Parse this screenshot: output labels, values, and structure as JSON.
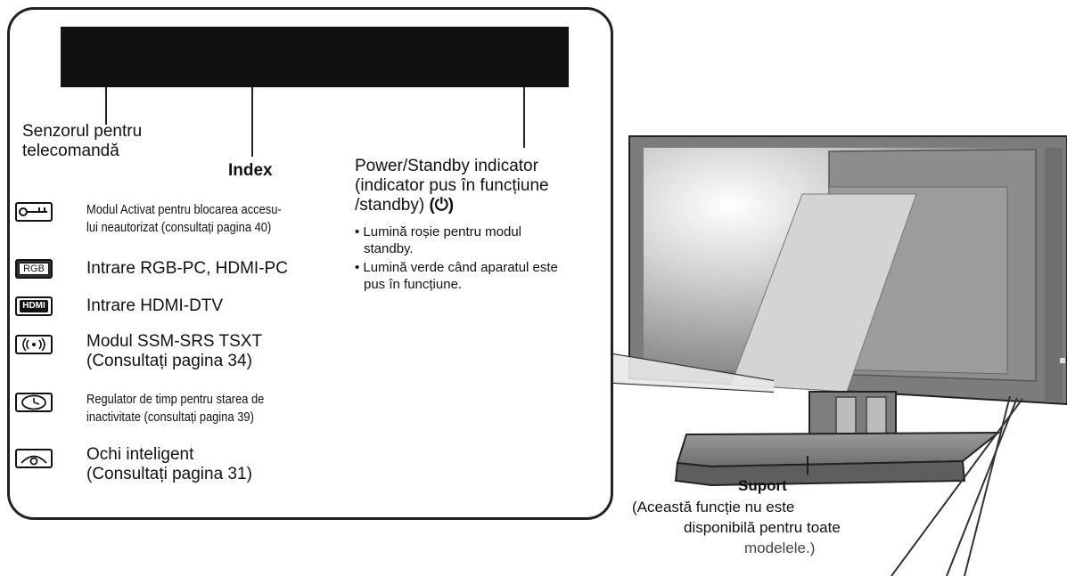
{
  "top_labels": {
    "remote_sensor": [
      "Senzorul pentru",
      "telecomandă"
    ],
    "index": "Index",
    "power_indicator": [
      "Power/Standby indicator",
      "(indicator pus în funcțiune",
      "/standby)"
    ],
    "power_symbol": "(⏻)"
  },
  "power_bullets": [
    [
      "• Lumină roșie pentru modul",
      "standby."
    ],
    [
      "• Lumină verde când aparatul este",
      "pus în funcțiune."
    ]
  ],
  "index_items": [
    {
      "icon": "key-icon",
      "lines": [
        "Modul Activat pentru blocarea accesu-",
        "lui neautorizat (consultați pagina 40)"
      ]
    },
    {
      "icon": "rgb-icon",
      "icon_text": "RGB",
      "lines": [
        "Intrare RGB-PC, HDMI-PC"
      ]
    },
    {
      "icon": "hdmi-icon",
      "icon_text": "HDMI",
      "lines": [
        "Intrare HDMI-DTV"
      ]
    },
    {
      "icon": "ssm-srs-icon",
      "lines": [
        "Modul SSM-SRS TSXT",
        "(Consultați pagina 34)"
      ]
    },
    {
      "icon": "clock-icon",
      "lines": [
        "Regulator de timp pentru starea de",
        "inactivitate (consultați pagina 39)"
      ]
    },
    {
      "icon": "eye-icon",
      "lines": [
        "Ochi inteligent",
        "(Consultați pagina 31)"
      ]
    }
  ],
  "stand": {
    "title": "Suport",
    "note": [
      "(Această funcție nu este",
      "disponibilă pentru toate",
      "modelele.)"
    ]
  }
}
